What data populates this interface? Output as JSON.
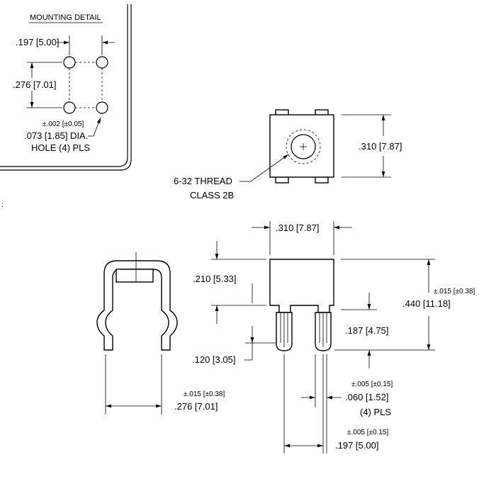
{
  "mounting_detail": {
    "title": "MOUNTING DETAIL",
    "hole_spacing_x": ".197 [5.00]",
    "hole_spacing_y": ".276 [7.01]",
    "hole_tolerance": "±.002 [±0.05]",
    "hole_size": ".073 [1.85] DIA.",
    "hole_count": "HOLE (4) PLS"
  },
  "top_view": {
    "height_dim": ".310 [7.87]",
    "thread_label": "6-32 THREAD",
    "thread_class": "CLASS 2B"
  },
  "front_view": {
    "width_dim": ".310 [7.87]",
    "body_height": ".210 [5.33]",
    "overall_tolerance": "±.015 [±0.38]",
    "overall_height": ".440 [11.18]",
    "pin_length": ".187 [4.75]",
    "pin_offset": ".120 [3.05]",
    "pin_tolerance": "±.005 [±0.15]",
    "pin_width": ".060 [1.52]",
    "pin_count": "(4) PLS",
    "pitch_tolerance": "±.005 [±0.15]",
    "pin_pitch": ".197 [5.00]"
  },
  "side_view": {
    "width_tolerance": "±.015 [±0.38]",
    "width_dim": ".276 [7.01]"
  }
}
